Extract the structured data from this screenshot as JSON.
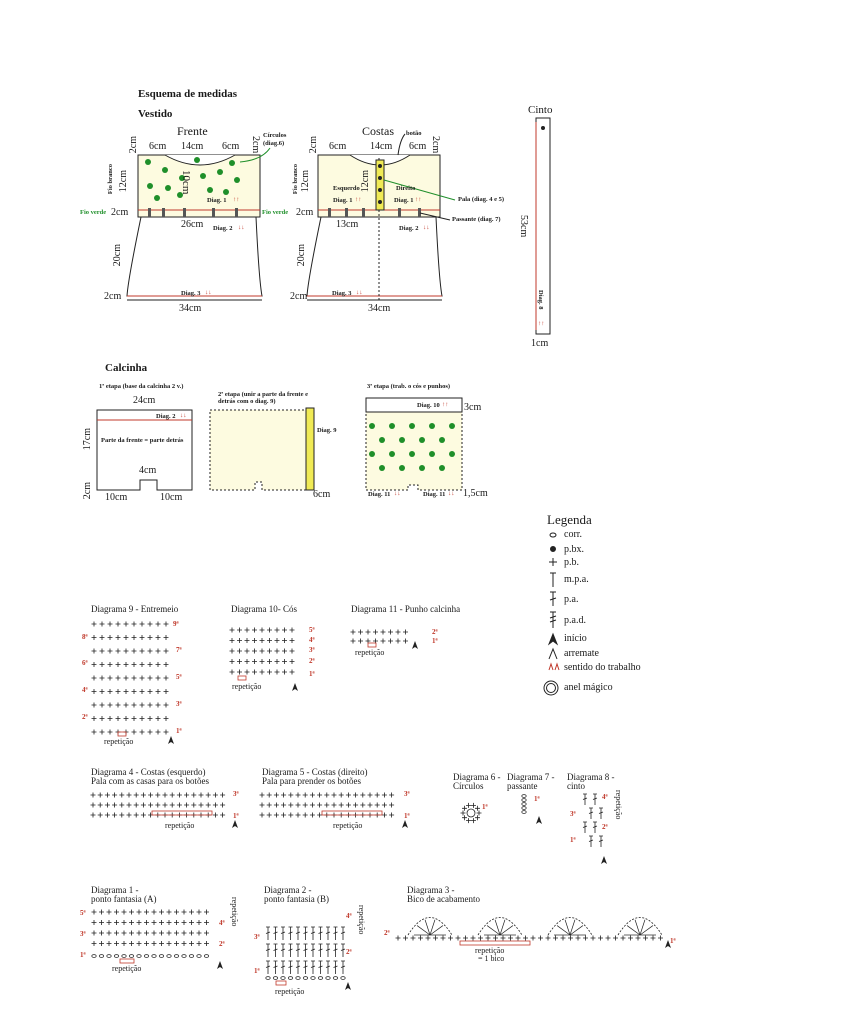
{
  "titles": {
    "esquema": "Esquema de medidas",
    "vestido": "Vestido",
    "calcinha": "Calcinha"
  },
  "vestido": {
    "frente": "Frente",
    "costas": "Costas",
    "cinto": "Cinto",
    "m2cm": "2cm",
    "m6cm": "6cm",
    "m14cm": "14cm",
    "m12cm": "12cm",
    "m10cm": "10cm",
    "m26cm": "26cm",
    "m13cm": "13cm",
    "m20cm": "20cm",
    "m34cm": "34cm",
    "m53cm": "53cm",
    "m1cm": "1cm",
    "fio_branco": "Fio branco",
    "fio_verde": "Fio verde",
    "circulos": "Círculos\n(diag.6)",
    "botao": "botão",
    "pala": "Pala (diag. 4 e 5)",
    "passante": "Passante (diag. 7)",
    "esquerdo": "Esquerdo",
    "direito": "Direito",
    "diag1": "Diag. 1",
    "diag2": "Diag. 2",
    "diag3": "Diag. 3",
    "diag8": "Diag. 8"
  },
  "calcinha": {
    "etapa1": "1ª etapa (base da calcinha 2 v.)",
    "etapa2": "2ª etapa (unir a parte da frente e detrás com o diag. 9)",
    "etapa3": "3ª etapa (trab. o cós e punhos)",
    "m24cm": "24cm",
    "m17cm": "17cm",
    "m4cm": "4cm",
    "m2cm": "2cm",
    "m10cm": "10cm",
    "m6cm": "6cm",
    "m3cm": "3cm",
    "m15cm": "1,5cm",
    "parte": "Parte da frente = parte detrás",
    "diag2": "Diag. 2",
    "diag9": "Diag. 9",
    "diag10": "Diag. 10",
    "diag11": "Diag. 11"
  },
  "legenda": {
    "title": "Legenda",
    "items": [
      "corr.",
      "p.bx.",
      "p.b.",
      "m.p.a.",
      "p.a.",
      "p.a.d.",
      "início",
      "arremate",
      "sentido do trabalho",
      "anel mágico"
    ]
  },
  "diagramas": {
    "d9": "Diagrama 9 - Entremeio",
    "d10": "Diagrama 10- Cós",
    "d11": "Diagrama 11 - Punho calcinha",
    "d4a": "Diagrama 4 - Costas (esquerdo)",
    "d4b": "Pala com as casas para os botões",
    "d5a": "Diagrama 5 - Costas (direito)",
    "d5b": "Pala para prender os botões",
    "d6a": "Diagrama 6 -",
    "d6b": "Círculos",
    "d7a": "Diagrama 7 -",
    "d7b": "passante",
    "d8a": "Diagrama 8 -",
    "d8b": "cinto",
    "d1a": "Diagrama 1 -",
    "d1b": "ponto fantasia (A)",
    "d2a": "Diagrama 2 -",
    "d2b": "ponto fantasia (B)",
    "d3a": "Diagrama 3 -",
    "d3b": "Bico de acabamento",
    "repeticao": "repetição",
    "bico": "= 1 bico",
    "r1": "1ª",
    "r2": "2ª",
    "r3": "3ª",
    "r4": "4ª",
    "r5": "5ª",
    "r6": "6ª",
    "r7": "7ª",
    "r8": "8ª",
    "r9": "9ª"
  },
  "colors": {
    "green": "#1f8f2a",
    "red": "#c0392b",
    "cream": "#fdfbe0",
    "yellow": "#f0ea55"
  }
}
